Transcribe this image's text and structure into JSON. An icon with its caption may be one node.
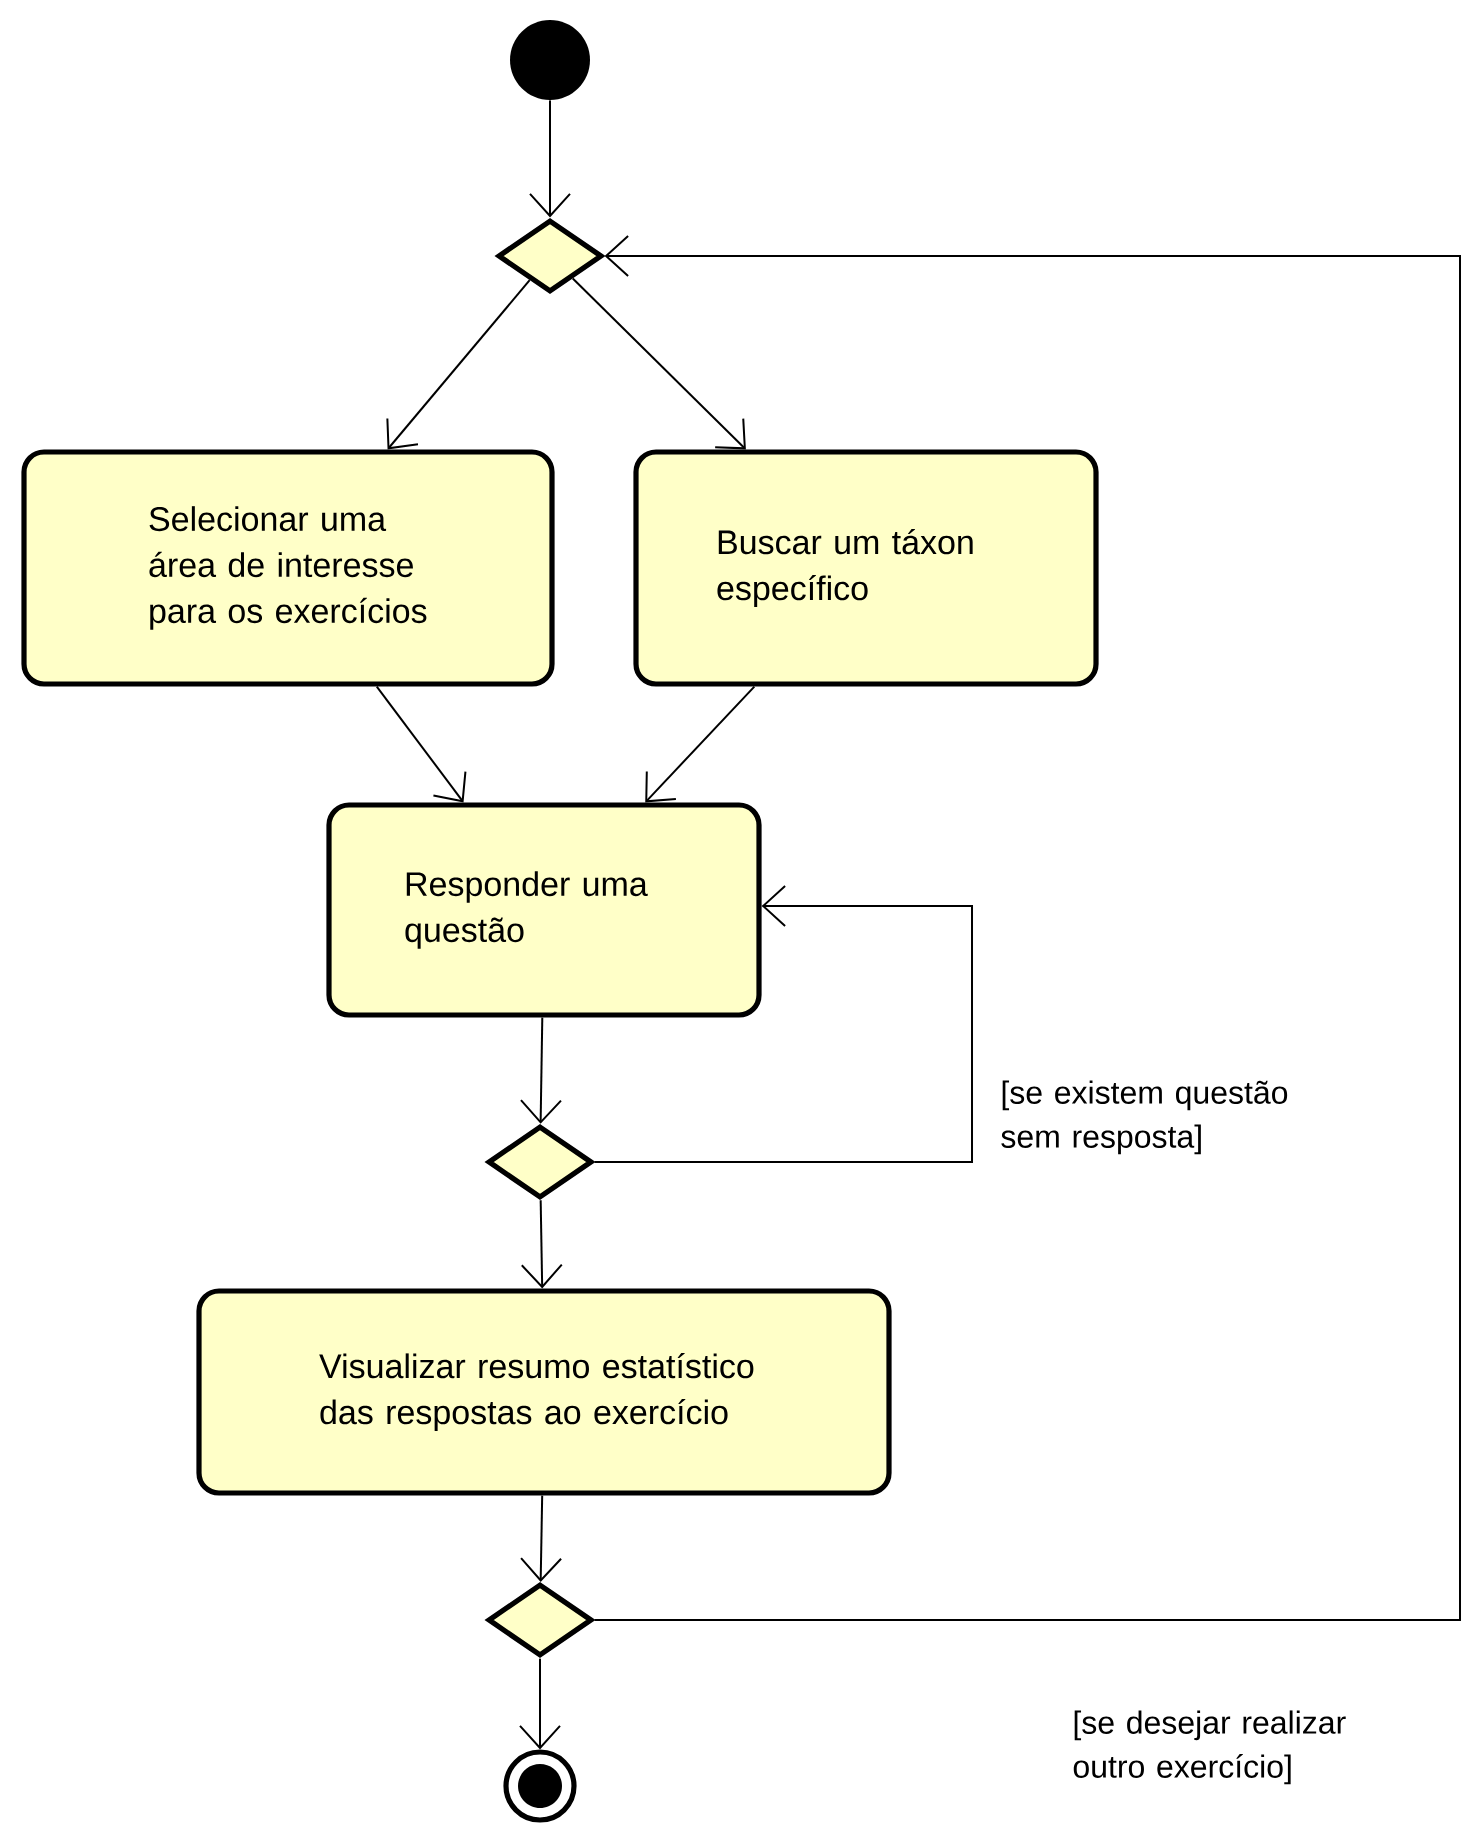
{
  "diagram": {
    "nodes": [
      {
        "text": [],
        "shape": "circle"
      },
      {
        "text": [],
        "shape": "diamond"
      },
      {
        "text": [
          "Selecionar uma área de interesse para os exercícios"
        ]
      },
      {
        "text": [
          "Buscar um táxon específico"
        ]
      },
      {
        "text": [
          "Responder uma questão"
        ]
      },
      {
        "text": [],
        "shape": "diamond"
      },
      {
        "text": [
          "Visualizar resumo estatístico das respostas ao exercício"
        ]
      },
      {
        "text": [],
        "shape": "diamond"
      },
      {
        "text": [],
        "shape": "circle"
      }
    ],
    "edges": [
      {
        "from": 0,
        "to": 1,
        "arrow": "to"
      },
      {
        "from": 1,
        "to": 2,
        "arrow": "to"
      },
      {
        "from": 1,
        "to": 3,
        "arrow": "to"
      },
      {
        "from": 2,
        "to": 4,
        "arrow": "to"
      },
      {
        "from": 3,
        "to": 4,
        "arrow": "to"
      },
      {
        "from": 4,
        "to": 5,
        "arrow": "to"
      },
      {
        "from": 5,
        "to": 4,
        "arrow": "to",
        "label": "[se existem questão sem resposta]"
      },
      {
        "from": 5,
        "to": 6,
        "arrow": "to"
      },
      {
        "from": 6,
        "to": 7,
        "arrow": "to"
      },
      {
        "from": 7,
        "to": 1,
        "arrow": "to",
        "label": "[se desejar realizar outro exercício]"
      },
      {
        "from": 7,
        "to": 8,
        "arrow": "to"
      }
    ]
  }
}
